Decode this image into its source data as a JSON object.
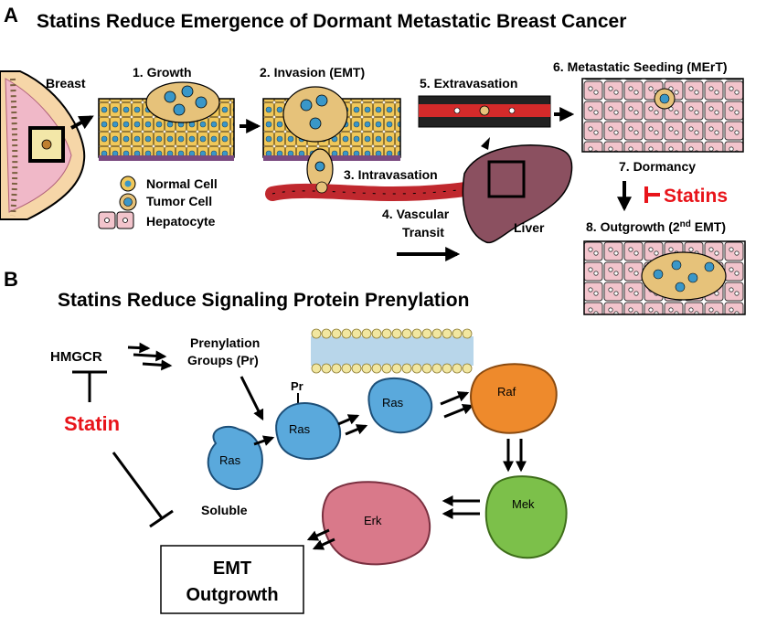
{
  "panel_a": {
    "letter": "A",
    "title": "Statins Reduce Emergence of Dormant Metastatic Breast Cancer",
    "breast_label": "Breast",
    "steps": {
      "s1": "1. Growth",
      "s2": "2. Invasion (EMT)",
      "s3": "3. Intravasation",
      "s4_line1": "4. Vascular",
      "s4_line2": "Transit",
      "s5": "5. Extravasation",
      "s6": "6. Metastatic Seeding (MErT)",
      "s7": "7. Dormancy",
      "s8_pre": "8. Outgrowth (2",
      "s8_sup": "nd",
      "s8_post": " EMT)"
    },
    "legend": {
      "normal": "Normal Cell",
      "tumor": "Tumor Cell",
      "hepatocyte": "Hepatocyte"
    },
    "liver_label": "Liver",
    "statins_label": "Statins"
  },
  "panel_b": {
    "letter": "B",
    "title": "Statins Reduce Signaling Protein Prenylation",
    "hmgcr": "HMGCR",
    "prenylation_line1": "Prenylation",
    "prenylation_line2": "Groups (Pr)",
    "statin": "Statin",
    "pr_tag": "Pr",
    "soluble": "Soluble",
    "proteins": {
      "ras_soluble": "Ras",
      "ras_prenylated": "Ras",
      "ras_membrane": "Ras",
      "raf": "Raf",
      "mek": "Mek",
      "erk": "Erk"
    },
    "outcome_line1": "EMT",
    "outcome_line2": "Outgrowth"
  },
  "colors": {
    "statin_red": "#e8141a",
    "ras_blue": "#5aa9dc",
    "raf_orange": "#ee8a2c",
    "mek_green": "#7cc04a",
    "erk_pink": "#d9798a",
    "liver": "#8b5060",
    "hepatocyte": "#f2c4cc",
    "normal_cell": "#f1c85a",
    "tumor_nucleus": "#3a97c8"
  }
}
